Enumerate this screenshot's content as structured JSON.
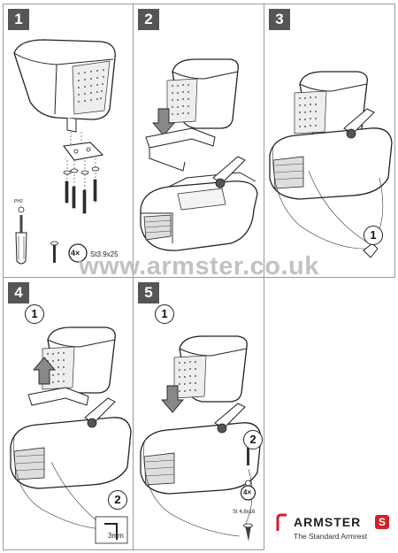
{
  "steps": [
    "1",
    "2",
    "3",
    "4",
    "5"
  ],
  "step1": {
    "screw_label": "St3.9x25",
    "screw_count": "4×",
    "screwdriver_label": "PH2"
  },
  "step3": {
    "callout": "1"
  },
  "step4": {
    "callout_1": "1",
    "callout_2": "2",
    "tool_size": "3mm"
  },
  "step5": {
    "callout_1": "1",
    "callout_2": "2",
    "screw_count": "4×",
    "screw_label": "St 4,8x16"
  },
  "watermark": "www.armster.co.uk",
  "brand": {
    "name": "ARMSTER",
    "badge": "S",
    "tagline": "The Standard Armrest"
  }
}
